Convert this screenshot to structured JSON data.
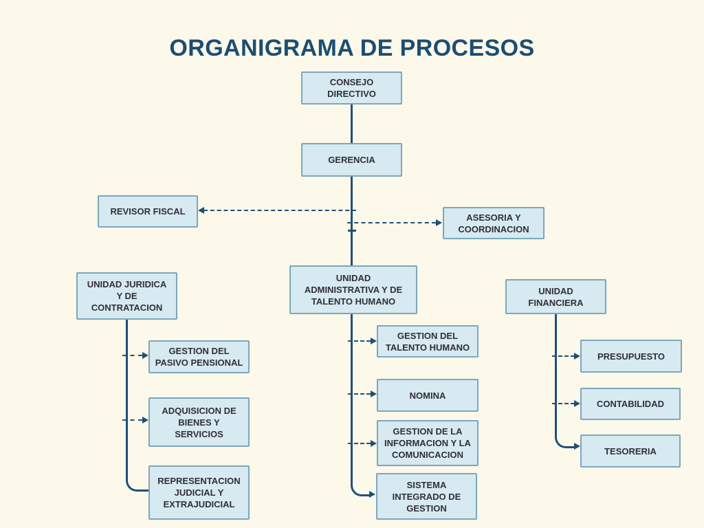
{
  "title": "ORGANIGRAMA DE PROCESOS",
  "colors": {
    "background": "#FCF8EA",
    "box_fill": "#D7E9F1",
    "box_border": "#7BA7BD",
    "connector_line": "#1F5078",
    "title_text": "#1C4D73",
    "box_text": "#2F2F38"
  },
  "nodes": [
    {
      "id": "consejo-directivo",
      "label": "CONSEJO\nDIRECTIVO"
    },
    {
      "id": "gerencia",
      "label": "GERENCIA"
    },
    {
      "id": "revisor-fiscal",
      "label": "REVISOR FISCAL"
    },
    {
      "id": "asesoria-coordinacion",
      "label": "ASESORIA Y\nCOORDINACION"
    },
    {
      "id": "unidad-juridica-contratacion",
      "label": "UNIDAD JURIDICA\nY DE\nCONTRATACION"
    },
    {
      "id": "unidad-administrativa-talento",
      "label": "UNIDAD\nADMINISTRATIVA Y DE\nTALENTO HUMANO"
    },
    {
      "id": "unidad-financiera",
      "label": "UNIDAD\nFINANCIERA"
    },
    {
      "id": "gestion-pasivo-pensional",
      "label": "GESTION DEL\nPASIVO PENSIONAL"
    },
    {
      "id": "adquisicion-bienes-servicios",
      "label": "ADQUISICION DE\nBIENES Y\nSERVICIOS"
    },
    {
      "id": "representacion-judicial",
      "label": "REPRESENTACION\nJUDICIAL Y\nEXTRAJUDICIAL"
    },
    {
      "id": "gestion-talento-humano",
      "label": "GESTION DEL\nTALENTO HUMANO"
    },
    {
      "id": "nomina",
      "label": "NOMINA"
    },
    {
      "id": "gestion-informacion-comunicacion",
      "label": "GESTION DE LA\nINFORMACION Y LA\nCOMUNICACION"
    },
    {
      "id": "sistema-integrado-gestion",
      "label": "SISTEMA\nINTEGRADO DE\nGESTION"
    },
    {
      "id": "presupuesto",
      "label": "PRESUPUESTO"
    },
    {
      "id": "contabilidad",
      "label": "CONTABILIDAD"
    },
    {
      "id": "tesoreria",
      "label": "TESORERIA"
    }
  ],
  "connections": [
    {
      "from": "consejo-directivo",
      "to": "gerencia",
      "style": "solid"
    },
    {
      "from": "gerencia",
      "to": "revisor-fiscal",
      "style": "dashed-arrow"
    },
    {
      "from": "gerencia",
      "to": "asesoria-coordinacion",
      "style": "dashed-arrow"
    },
    {
      "from": "gerencia",
      "to": "unidad-administrativa-talento",
      "style": "solid"
    },
    {
      "from": "unidad-juridica-contratacion",
      "to": "gestion-pasivo-pensional",
      "style": "dashed-arrow"
    },
    {
      "from": "unidad-juridica-contratacion",
      "to": "adquisicion-bienes-servicios",
      "style": "dashed-arrow"
    },
    {
      "from": "unidad-juridica-contratacion",
      "to": "representacion-judicial",
      "style": "solid-elbow"
    },
    {
      "from": "unidad-administrativa-talento",
      "to": "gestion-talento-humano",
      "style": "dashed-arrow"
    },
    {
      "from": "unidad-administrativa-talento",
      "to": "nomina",
      "style": "dashed-arrow"
    },
    {
      "from": "unidad-administrativa-talento",
      "to": "gestion-informacion-comunicacion",
      "style": "dashed-arrow"
    },
    {
      "from": "unidad-administrativa-talento",
      "to": "sistema-integrado-gestion",
      "style": "solid-elbow-arrow"
    },
    {
      "from": "unidad-financiera",
      "to": "presupuesto",
      "style": "dashed-arrow"
    },
    {
      "from": "unidad-financiera",
      "to": "contabilidad",
      "style": "dashed-arrow"
    },
    {
      "from": "unidad-financiera",
      "to": "tesoreria",
      "style": "solid-elbow-arrow"
    }
  ]
}
